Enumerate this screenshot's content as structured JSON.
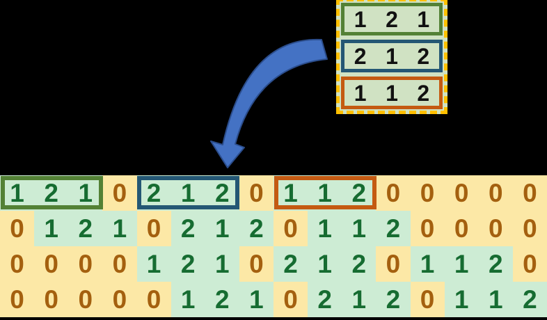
{
  "kernel_panel": {
    "rows": [
      {
        "values": [
          "1",
          "2",
          "1"
        ],
        "border": "green"
      },
      {
        "values": [
          "2",
          "1",
          "2"
        ],
        "border": "blue"
      },
      {
        "values": [
          "1",
          "1",
          "2"
        ],
        "border": "orange"
      }
    ]
  },
  "matrix": {
    "rows": [
      [
        1,
        2,
        1,
        0,
        2,
        1,
        2,
        0,
        1,
        1,
        2,
        0,
        0,
        0,
        0,
        0
      ],
      [
        0,
        1,
        2,
        1,
        0,
        2,
        1,
        2,
        0,
        1,
        1,
        2,
        0,
        0,
        0,
        0
      ],
      [
        0,
        0,
        0,
        0,
        1,
        2,
        1,
        0,
        2,
        1,
        2,
        0,
        1,
        1,
        2,
        0
      ],
      [
        0,
        0,
        0,
        0,
        0,
        1,
        2,
        1,
        0,
        2,
        1,
        2,
        0,
        1,
        1,
        2
      ]
    ],
    "highlight_boxes": [
      {
        "row": 0,
        "col": 0,
        "span": 3,
        "border": "green"
      },
      {
        "row": 0,
        "col": 4,
        "span": 3,
        "border": "blue"
      },
      {
        "row": 0,
        "col": 8,
        "span": 3,
        "border": "orange"
      }
    ]
  },
  "colors": {
    "canvas-bg": "#000000",
    "cell-green": "#cdecd4",
    "cell-yellow": "#fce8a6",
    "digit-green": "#166c31",
    "digit-brown": "#a4600f",
    "kernel-bg": "#d0e2c3",
    "kernel-digit": "#111111",
    "border-green": "#538135",
    "border-blue": "#245774",
    "border-orange": "#c45a11",
    "dash-yellow": "#ffc000",
    "arrow-fill": "#4472c4",
    "arrow-stroke": "#2b4d8c"
  }
}
